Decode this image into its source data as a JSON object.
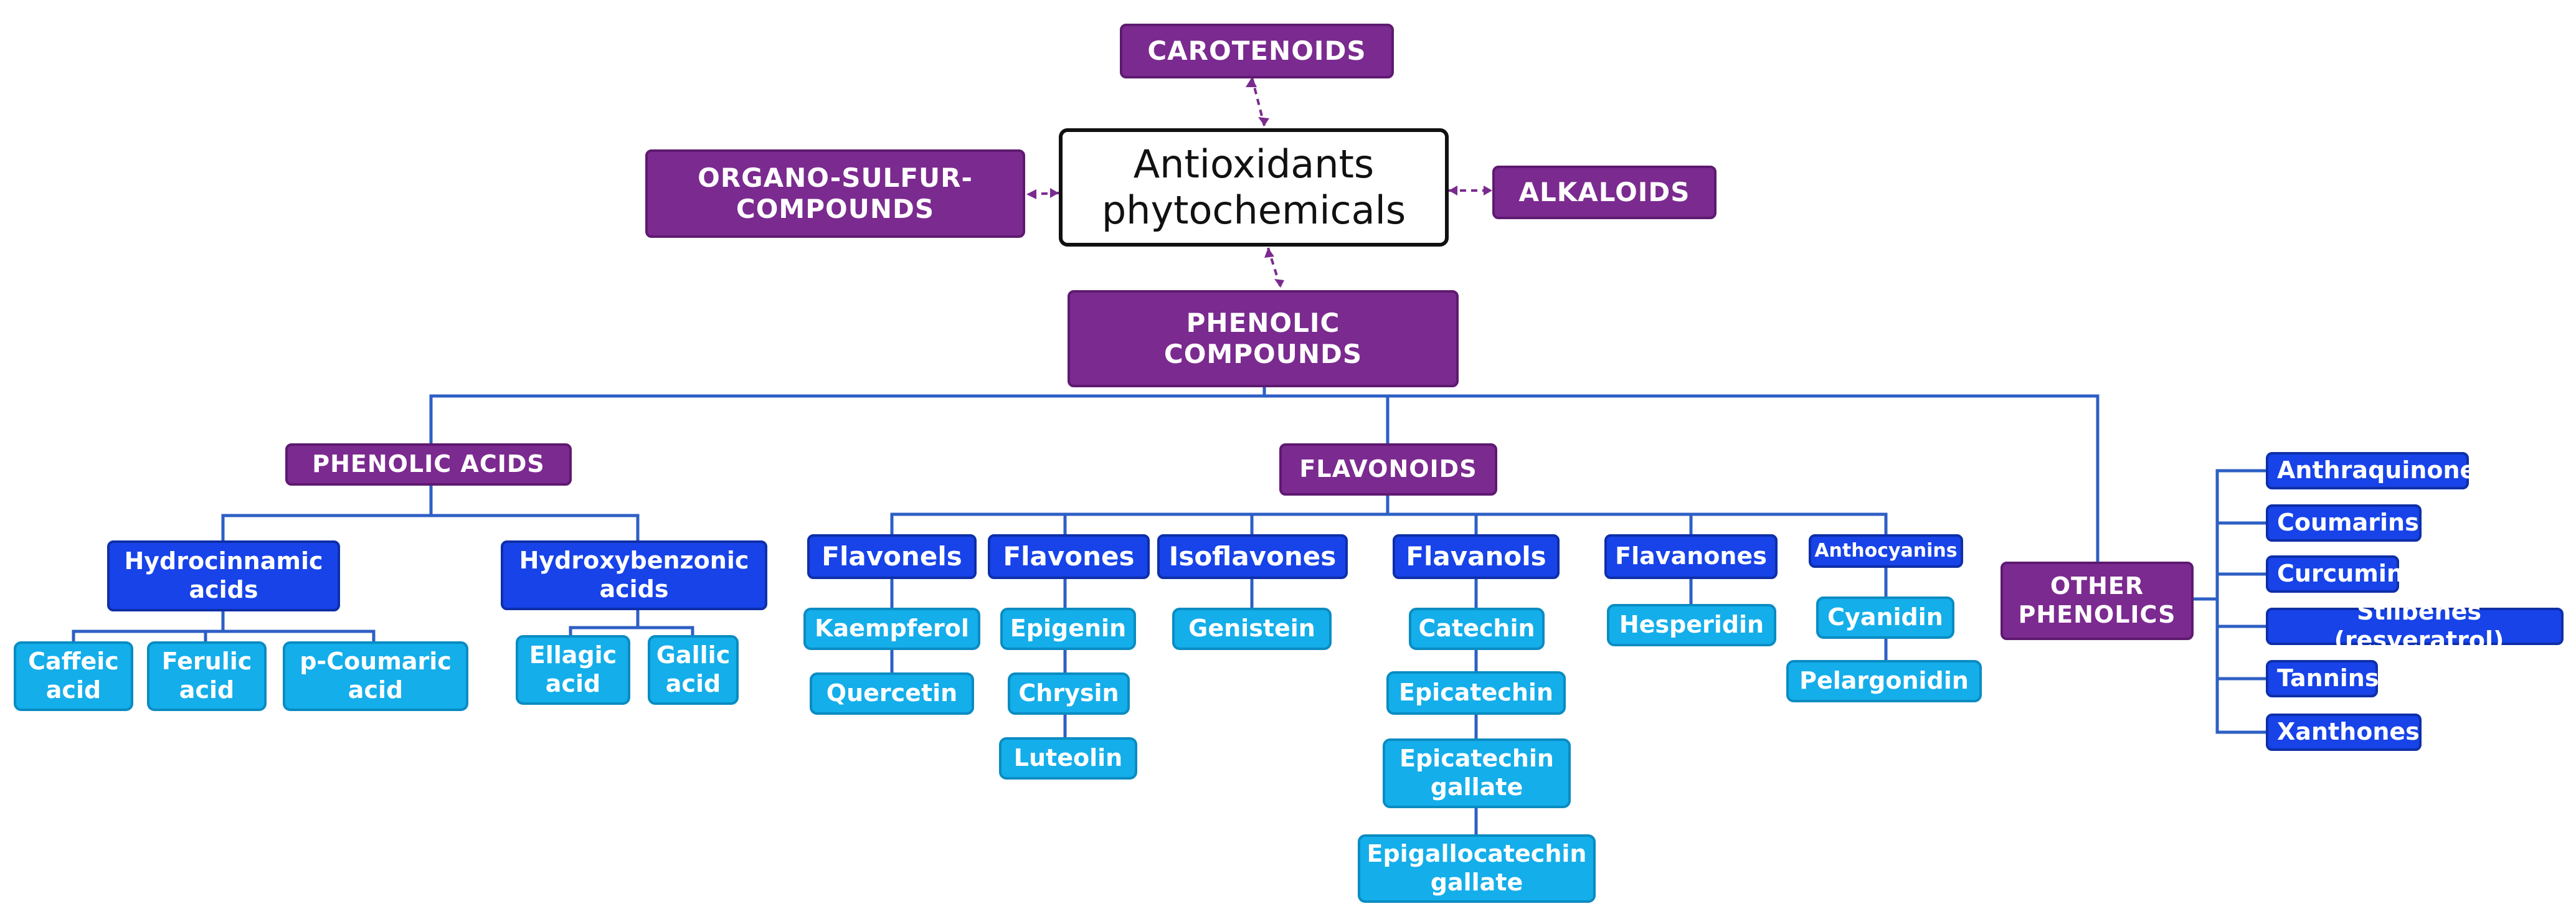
{
  "colors": {
    "purple": "#7B2A8F",
    "blue": "#1743E8",
    "light_blue": "#14AEEA",
    "line": "#2D5FC4",
    "dash": "#7B2A8F"
  },
  "root": "Antioxidants\nphytochemicals",
  "carotenoids": "CAROTENOIDS",
  "organosulfur": "ORGANO-SULFUR-\nCOMPOUNDS",
  "alkaloids": "ALKALOIDS",
  "phenolic": "PHENOLIC\nCOMPOUNDS",
  "phenolic_acids": "PHENOLIC ACIDS",
  "flavonoids": "FLAVONOIDS",
  "other_phenolics": "OTHER\nPHENOLICS",
  "hydrocinnamic": "Hydrocinnamic\nacids",
  "hydroxybenzonic": "Hydroxybenzonic\nacids",
  "caffeic": "Caffeic\nacid",
  "ferulic": "Ferulic\nacid",
  "p_coumaric": "p-Coumaric\nacid",
  "ellagic": "Ellagic\nacid",
  "gallic": "Gallic\nacid",
  "flavonels": "Flavonels",
  "flavones": "Flavones",
  "isoflavones": "Isoflavones",
  "flavanols": "Flavanols",
  "flavanones": "Flavanones",
  "anthocyanins": "Anthocyanins",
  "kaempferol": "Kaempferol",
  "quercetin": "Quercetin",
  "epigenin": "Epigenin",
  "chrysin": "Chrysin",
  "luteolin": "Luteolin",
  "genistein": "Genistein",
  "catechin": "Catechin",
  "epicatechin": "Epicatechin",
  "epicatechin_gallate": "Epicatechin\ngallate",
  "epigallocatechin_gallate": "Epigallocatechin\ngallate",
  "hesperidin": "Hesperidin",
  "cyanidin": "Cyanidin",
  "pelargonidin": "Pelargonidin",
  "anthraquinone": "Anthraquinone",
  "coumarins": "Coumarins",
  "curcumin": "Curcumin",
  "stilbenes": "Stilbenes (resveratrol)",
  "tannins": "Tannins",
  "xanthones": "Xanthones"
}
